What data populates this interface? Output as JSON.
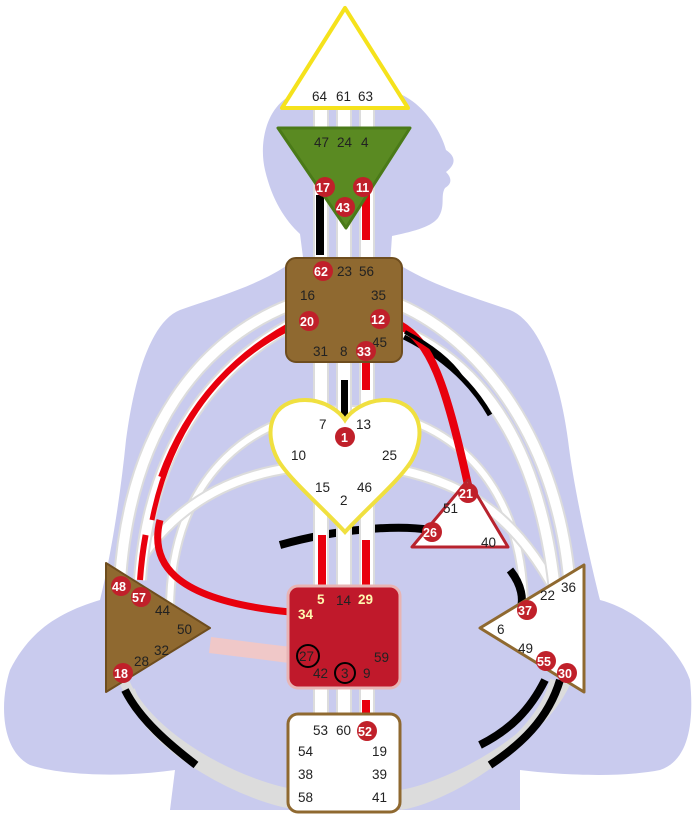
{
  "colors": {
    "body": "#c9cbee",
    "channel_white": "#ffffff",
    "channel_grey": "#dcdcdc",
    "design_red": "#e8000d",
    "personality_black": "#000000",
    "badge_red": "#c0202a",
    "head": "#f5e21c",
    "ajna": "#5a8a22",
    "brown": "#8f6930",
    "g_yellow": "#f0e040",
    "sacral": "#c0192b",
    "spleen_outline": "#b8232e"
  },
  "centers": {
    "head": {
      "gates": [
        "64",
        "61",
        "63"
      ]
    },
    "ajna": {
      "gates": [
        "47",
        "24",
        "4",
        "17",
        "11",
        "43"
      ]
    },
    "throat": {
      "gates": [
        "62",
        "23",
        "56",
        "16",
        "35",
        "20",
        "12",
        "45",
        "31",
        "8",
        "33"
      ]
    },
    "g": {
      "gates": [
        "7",
        "13",
        "1",
        "10",
        "25",
        "15",
        "2",
        "46"
      ]
    },
    "heart": {
      "gates": [
        "21",
        "51",
        "26",
        "40"
      ]
    },
    "spleen": {
      "gates": [
        "48",
        "57",
        "44",
        "50",
        "32",
        "28",
        "18"
      ]
    },
    "sacral": {
      "gates": [
        "5",
        "14",
        "29",
        "34",
        "27",
        "59",
        "42",
        "3",
        "9"
      ]
    },
    "solar_plexus": {
      "gates": [
        "36",
        "22",
        "37",
        "6",
        "49",
        "55",
        "30"
      ]
    },
    "root": {
      "gates": [
        "53",
        "60",
        "52",
        "54",
        "19",
        "38",
        "39",
        "58",
        "41"
      ]
    }
  },
  "icons": [
    "person-silhouette",
    "bodygraph-channels"
  ]
}
